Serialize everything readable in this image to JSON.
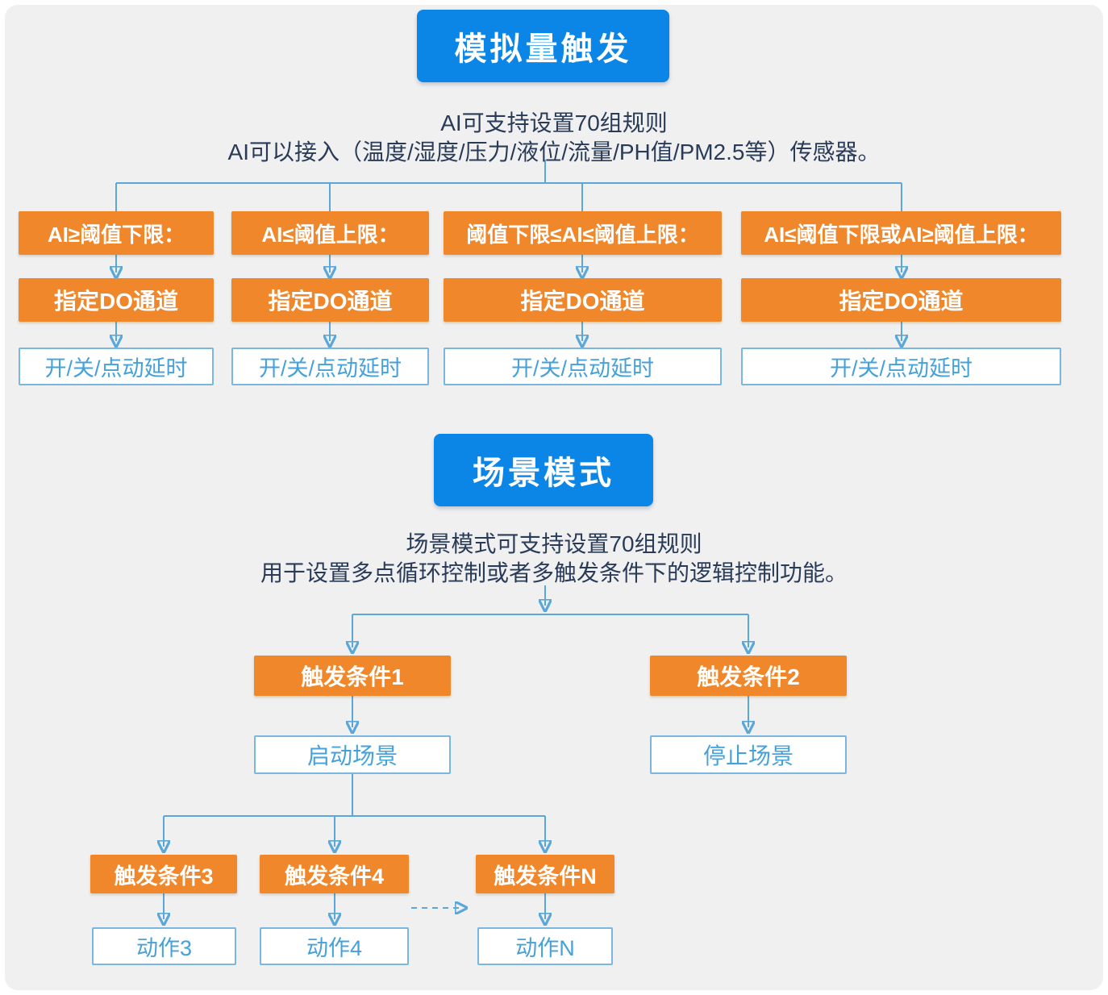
{
  "colors": {
    "canvas_bg": "#f0f0f1",
    "header_blue": "#0c86e6",
    "node_orange": "#f0882b",
    "node_text": "#ffffff",
    "wire_blue": "#5ba8d8",
    "arrow_blue": "#2e96d6",
    "outline_border": "#79b7e0",
    "outline_text": "#45a1da",
    "outline_bg": "#ffffff",
    "subtitle_text": "#2a3b57"
  },
  "analog": {
    "title": "模拟量触发",
    "subtitle_line1": "AI可支持设置70组规则",
    "subtitle_line2": "AI可以接入（温度/湿度/压力/液位/流量/PH值/PM2.5等）传感器。",
    "columns": [
      {
        "condition": "AI≥阈值下限：",
        "channel": "指定DO通道",
        "action": "开/关/点动延时"
      },
      {
        "condition": "AI≤阈值上限：",
        "channel": "指定DO通道",
        "action": "开/关/点动延时"
      },
      {
        "condition": "阈值下限≤AI≤阈值上限：",
        "channel": "指定DO通道",
        "action": "开/关/点动延时"
      },
      {
        "condition": "AI≤阈值下限或AI≥阈值上限：",
        "channel": "指定DO通道",
        "action": "开/关/点动延时"
      }
    ]
  },
  "scene": {
    "title": "场景模式",
    "subtitle_line1": "场景模式可支持设置70组规则",
    "subtitle_line2": "用于设置多点循环控制或者多触发条件下的逻辑控制功能。",
    "branches": [
      {
        "trigger": "触发条件1",
        "action": "启动场景"
      },
      {
        "trigger": "触发条件2",
        "action": "停止场景"
      }
    ],
    "sub_branches": [
      {
        "trigger": "触发条件3",
        "action": "动作3"
      },
      {
        "trigger": "触发条件4",
        "action": "动作4"
      },
      {
        "trigger": "触发条件N",
        "action": "动作N"
      }
    ]
  }
}
